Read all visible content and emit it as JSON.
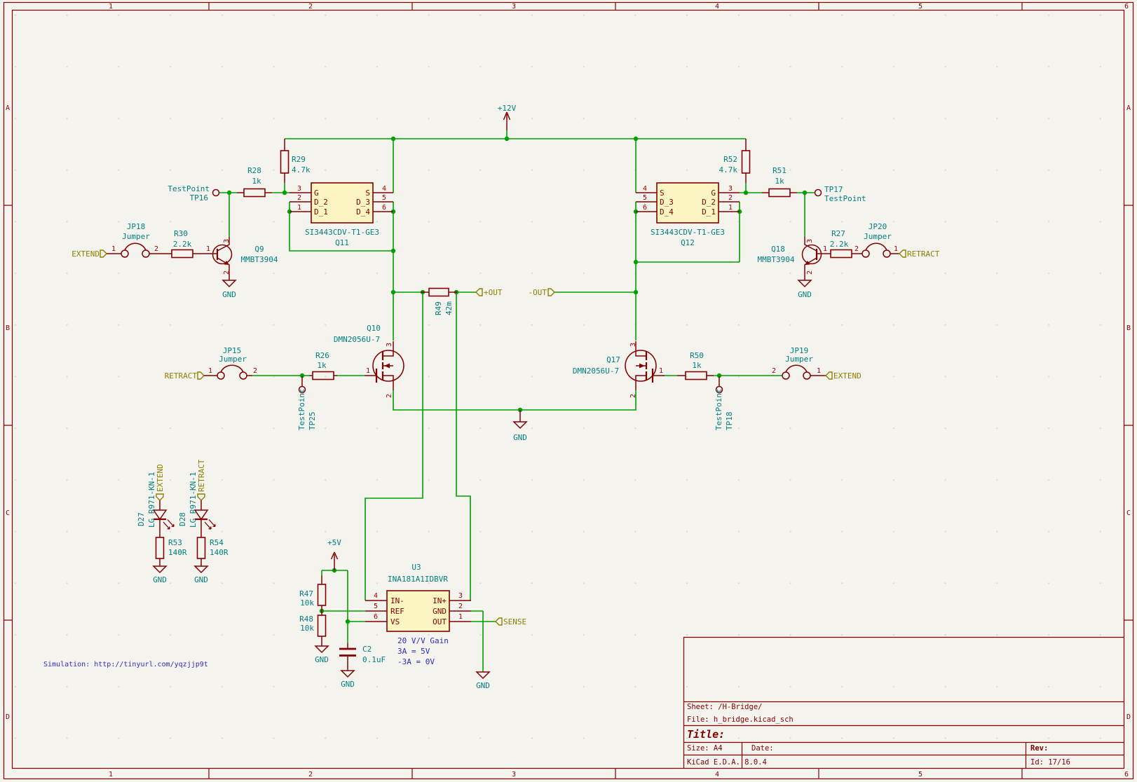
{
  "sheet": {
    "cols": [
      "1",
      "2",
      "3",
      "4",
      "5",
      "6"
    ],
    "rows": [
      "A",
      "B",
      "C",
      "D"
    ]
  },
  "title_block": {
    "sheet": "Sheet: /H-Bridge/",
    "file": "File: h_bridge.kicad_sch",
    "title": "Title:",
    "size": "Size: A4",
    "date": "Date:",
    "rev": "Rev:",
    "app": "KiCad E.D.A. 8.0.4",
    "id": "Id: 17/16"
  },
  "notes": {
    "simulation": "Simulation: http://tinyurl.com/yqzjjp9t",
    "gain1": "20 V/V Gain",
    "gain2": "3A = 5V",
    "gain3": "-3A = 0V"
  },
  "power": {
    "p12v": "+12V",
    "p5v": "+5V",
    "gnd": "GND"
  },
  "nets": {
    "extend": "EXTEND",
    "retract": "RETRACT",
    "pout": "+OUT",
    "nout": "-OUT",
    "sense": "SENSE"
  },
  "testpoint": "TestPoint",
  "pins": {
    "n1": "1",
    "n2": "2",
    "n3": "3",
    "n4": "4",
    "n5": "5",
    "n6": "6",
    "g": "G",
    "s": "S",
    "d1": "D_1",
    "d2": "D_2",
    "d3": "D_3",
    "d4": "D_4",
    "inm": "IN-",
    "inp": "IN+",
    "ref": "REF",
    "vs": "VS",
    "gnd": "GND",
    "out": "OUT"
  },
  "components": {
    "q9": {
      "ref": "Q9",
      "value": "MMBT3904"
    },
    "q18": {
      "ref": "Q18",
      "value": "MMBT3904"
    },
    "q10": {
      "ref": "Q10",
      "value": "DMN2056U-7"
    },
    "q17": {
      "ref": "Q17",
      "value": "DMN2056U-7"
    },
    "q11": {
      "ref": "Q11",
      "value": "SI3443CDV-T1-GE3"
    },
    "q12": {
      "ref": "Q12",
      "value": "SI3443CDV-T1-GE3"
    },
    "u3": {
      "ref": "U3",
      "value": "INA181A1IDBVR"
    },
    "r26": {
      "ref": "R26",
      "value": "1k"
    },
    "r27": {
      "ref": "R27",
      "value": "2.2k"
    },
    "r28": {
      "ref": "R28",
      "value": "1k"
    },
    "r29": {
      "ref": "R29",
      "value": "4.7k"
    },
    "r30": {
      "ref": "R30",
      "value": "2.2k"
    },
    "r47": {
      "ref": "R47",
      "value": "10k"
    },
    "r48": {
      "ref": "R48",
      "value": "10k"
    },
    "r49": {
      "ref": "R49",
      "value": "42m"
    },
    "r50": {
      "ref": "R50",
      "value": "1k"
    },
    "r51": {
      "ref": "R51",
      "value": "1k"
    },
    "r52": {
      "ref": "R52",
      "value": "4.7k"
    },
    "r53": {
      "ref": "R53",
      "value": "140R"
    },
    "r54": {
      "ref": "R54",
      "value": "140R"
    },
    "c2": {
      "ref": "C2",
      "value": "0.1uF"
    },
    "jp15": {
      "ref": "JP15",
      "value": "Jumper"
    },
    "jp18": {
      "ref": "JP18",
      "value": "Jumper"
    },
    "jp19": {
      "ref": "JP19",
      "value": "Jumper"
    },
    "jp20": {
      "ref": "JP20",
      "value": "Jumper"
    },
    "tp16": {
      "ref": "TP16",
      "value": "TestPoint"
    },
    "tp17": {
      "ref": "TP17",
      "value": "TestPoint"
    },
    "tp18": {
      "ref": "TP18",
      "value": "TestPoint"
    },
    "tp25": {
      "ref": "TP25",
      "value": "TestPoint"
    },
    "d27": {
      "ref": "D27",
      "value": "LG R971-KN-1"
    },
    "d28": {
      "ref": "D28",
      "value": "LG R971-KN-1"
    }
  }
}
